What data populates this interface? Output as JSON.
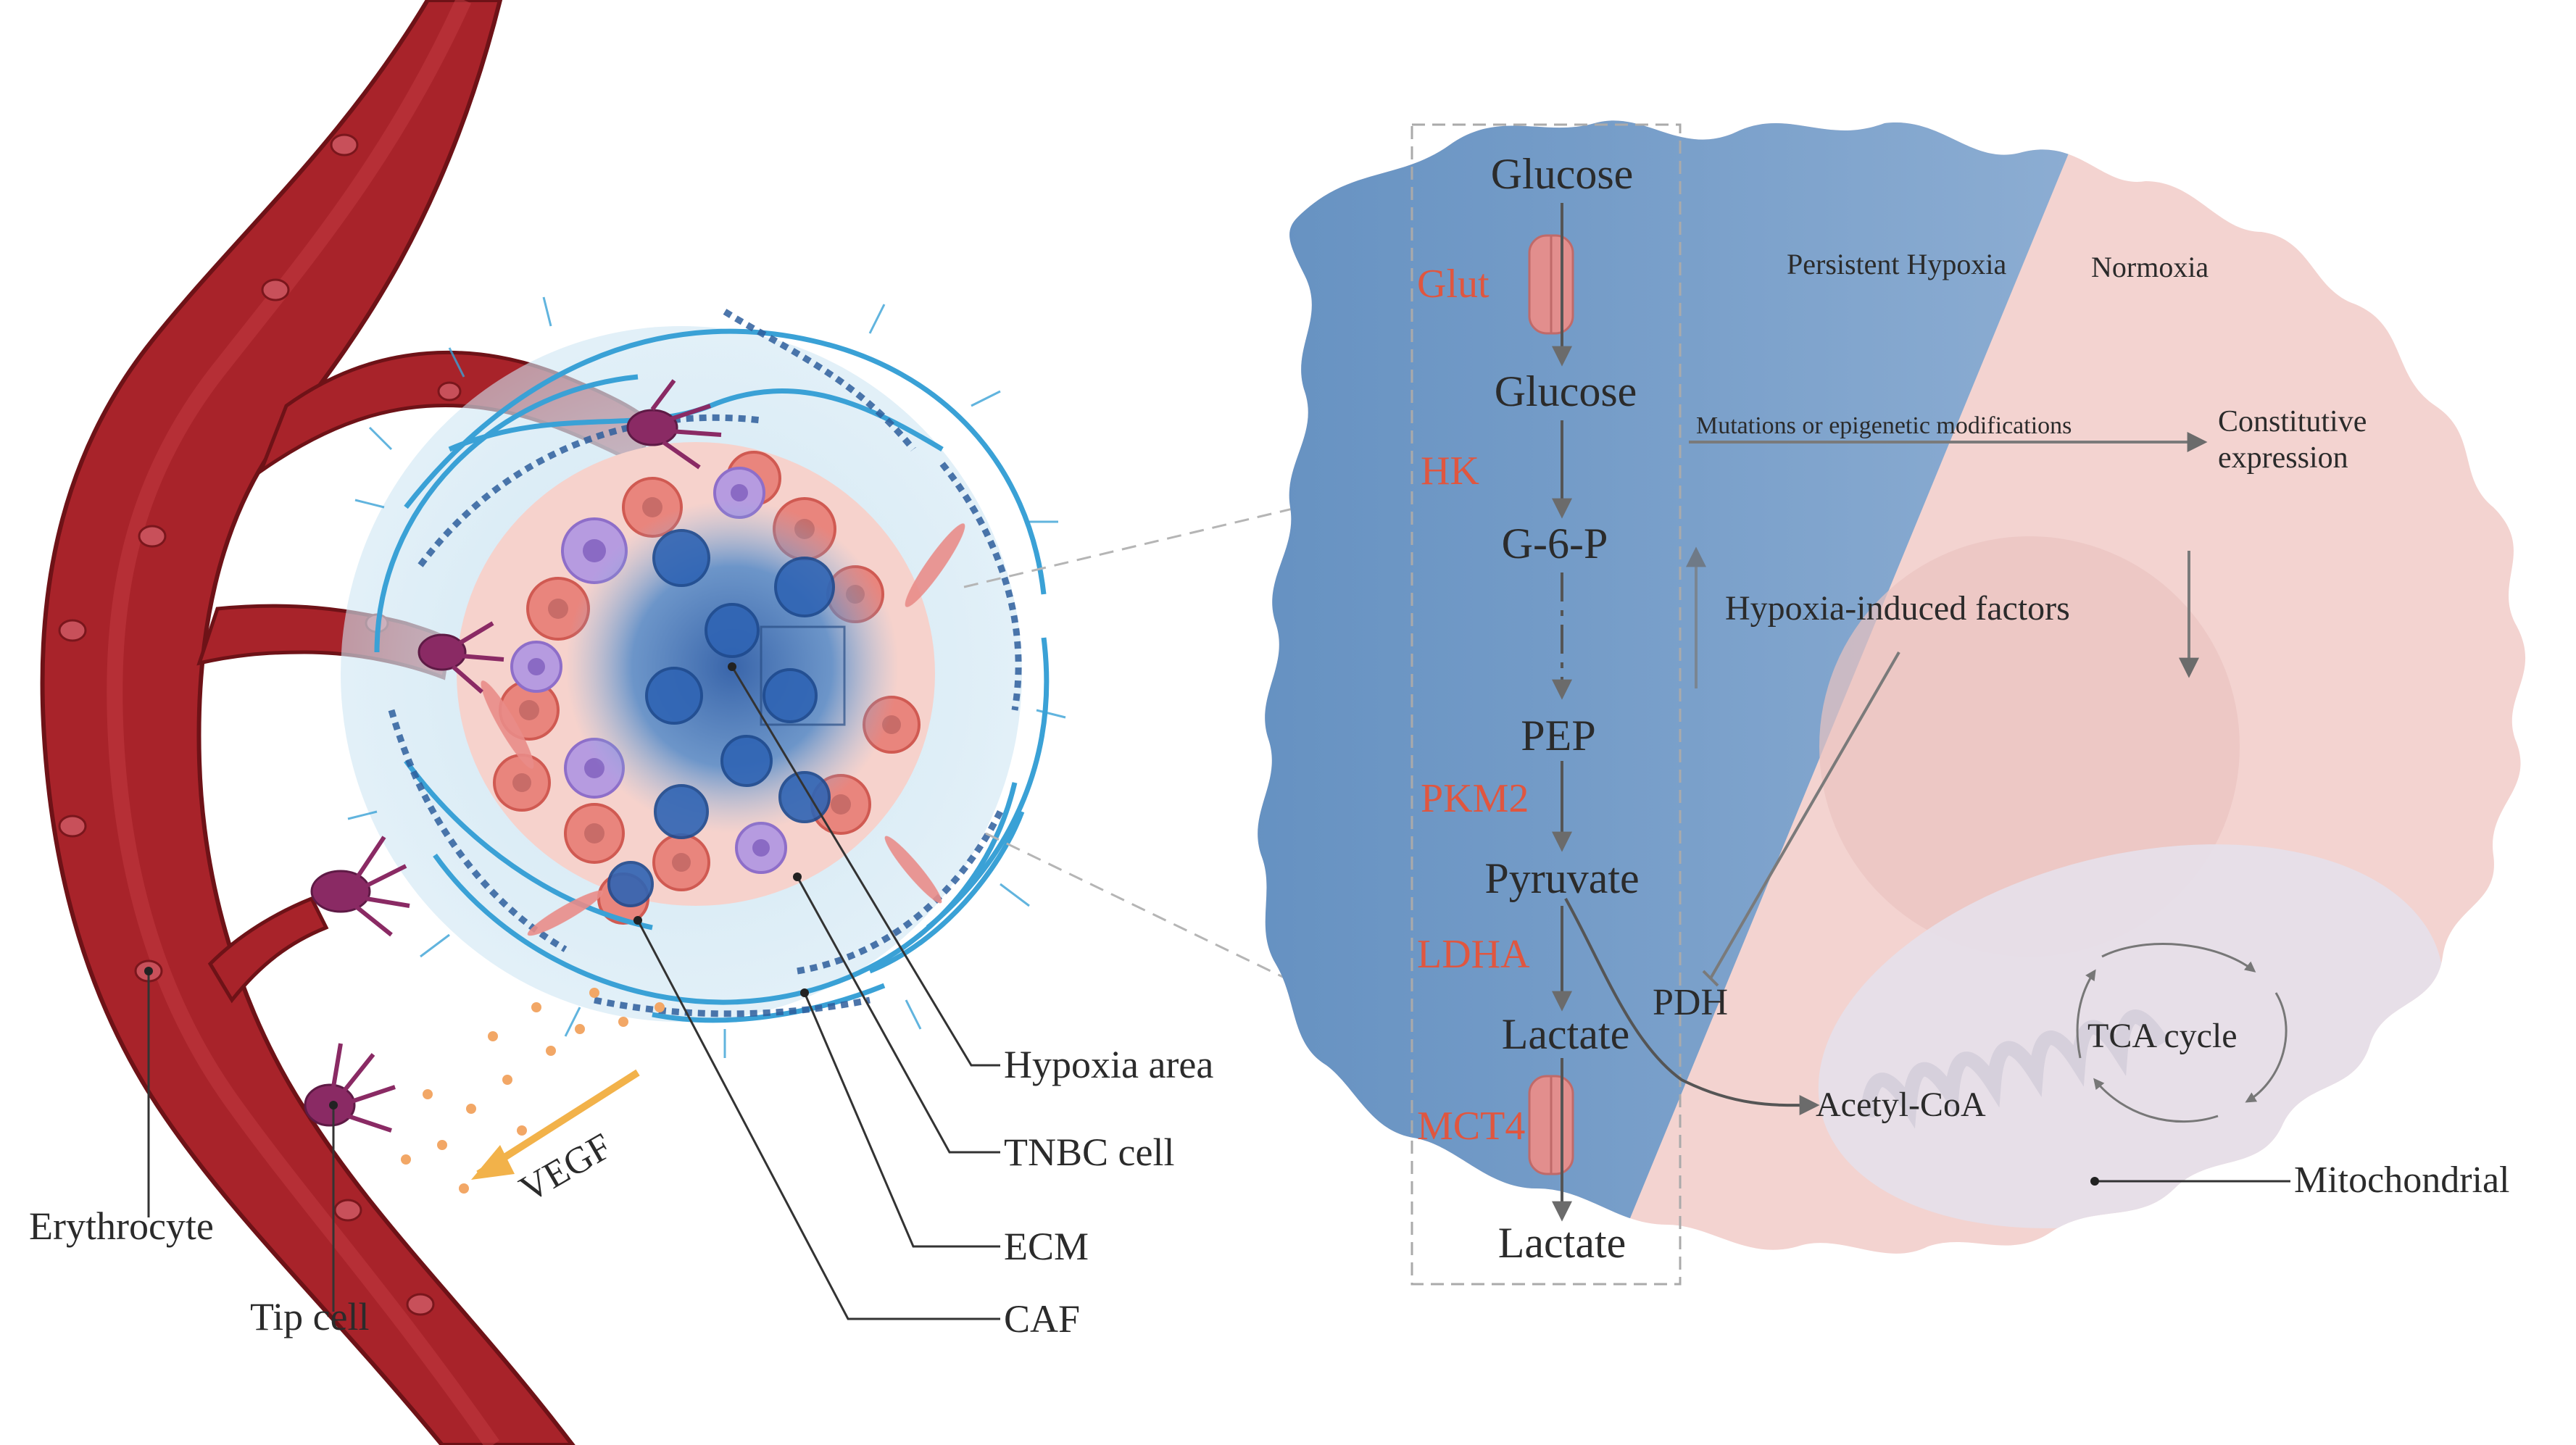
{
  "left_panel": {
    "labels": {
      "hypoxia_area": "Hypoxia area",
      "tnbc_cell": "TNBC cell",
      "ecm": "ECM",
      "caf": "CAF",
      "erythrocyte": "Erythrocyte",
      "tip_cell": "Tip cell",
      "vegf": "VEGF"
    }
  },
  "pathway": {
    "glucose_out": "Glucose",
    "glut": "Glut",
    "glucose_in": "Glucose",
    "hk": "HK",
    "g6p": "G-6-P",
    "pep": "PEP",
    "pkm2": "PKM2",
    "pyruvate": "Pyruvate",
    "ldha": "LDHA",
    "lactate_in": "Lactate",
    "mct4": "MCT4",
    "lactate_out": "Lactate"
  },
  "right_panel": {
    "persistent_hypoxia": "Persistent Hypoxia",
    "normoxia": "Normoxia",
    "mutations": "Mutations or epigenetic modifications",
    "constitutive_1": "Constitutive",
    "constitutive_2": "expression",
    "hif": "Hypoxia-induced factors",
    "pdh": "PDH",
    "acetyl_coa": "Acetyl-CoA",
    "tca_cycle": "TCA cycle",
    "mitochondrial": "Mitochondrial"
  },
  "colors": {
    "vessel": "#9e1f24",
    "vessel_dark": "#6e1217",
    "hypoxia_blue": "#6c97c4",
    "normoxia_pink": "#f3d3d0",
    "enzyme_red": "#e0563f",
    "ecm_blue": "#3aa1d6"
  }
}
